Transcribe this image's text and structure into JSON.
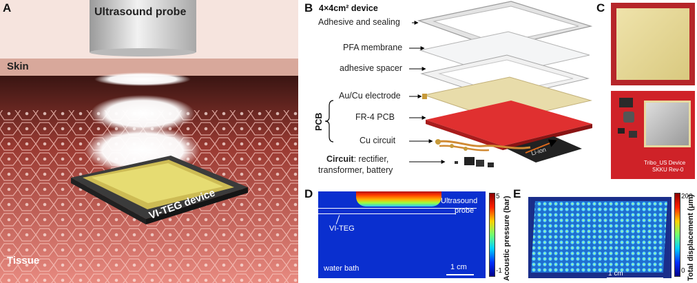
{
  "panels": {
    "a": {
      "letter": "A",
      "probe": "Ultrasound probe",
      "skin": "Skin",
      "device": "VI-TEG device",
      "tissue": "Tissue"
    },
    "b": {
      "letter": "B",
      "title": "4×4cm² device",
      "layers": [
        "Adhesive and sealing",
        "PFA membrane",
        "adhesive spacer",
        "Au/Cu electrode",
        "FR-4 PCB",
        "Cu circuit"
      ],
      "pcb": "PCB",
      "circuit_bold": "Circuit",
      "circuit_rest": ": rectifier,",
      "circuit_line2": "transformer, battery",
      "battery": "Li-ion"
    },
    "c": {
      "letter": "C",
      "board_text": [
        "Tribo_US Device",
        "SKKU Rev-0"
      ]
    },
    "d": {
      "letter": "D",
      "probe": "Ultrasound",
      "probe2": "probe",
      "teg": "VI-TEG",
      "bath": "water bath",
      "scale": "1 cm",
      "cbar_title": "Acoustic pressure (bar)",
      "cbar_max": "5",
      "cbar_min": "-1"
    },
    "e": {
      "letter": "E",
      "scale": "1 cm",
      "cbar_title": "Total displacement (μm)",
      "cbar_max": "200",
      "cbar_min": "0"
    }
  }
}
